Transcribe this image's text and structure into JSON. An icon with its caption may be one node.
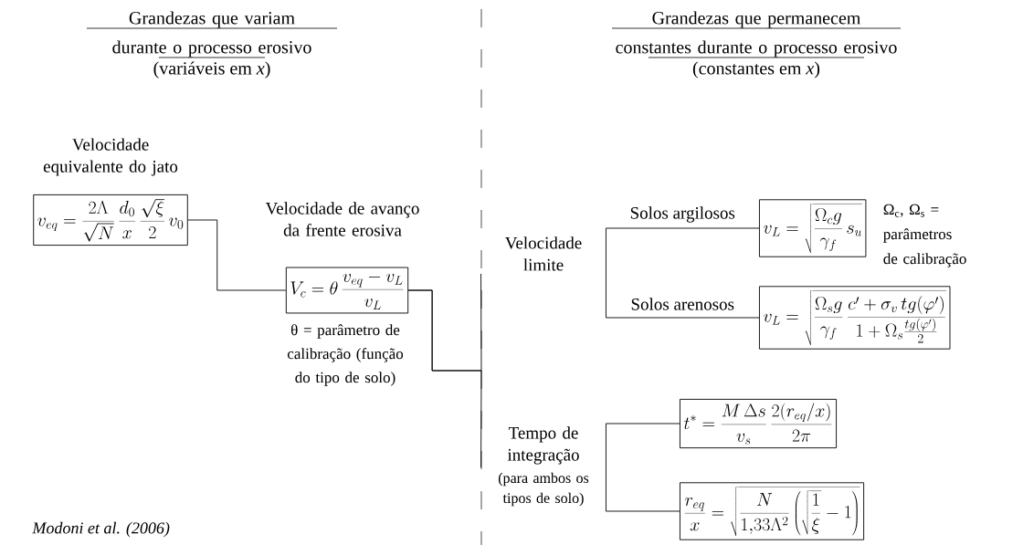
{
  "diagram": {
    "nodes": [
      {
        "text": [
          "Velocidade equivalente do jato",
          "v_{eq} = \\frac{2\\Lambda}{\\sqrt{N}}\\,\\frac{d_0}{x}\\,\\frac{\\sqrt{\\xi}}{2}\\,v_0"
        ]
      },
      {
        "text": [
          "Velocidade de avanço da frente erosiva",
          "V_c = \\theta\\,\\frac{v_{eq} - v_L}{v_L}"
        ],
        "beside": [
          "θ = parâmetro de calibração (função do tipo de solo)"
        ]
      },
      {
        "text": [
          "Velocidade limite"
        ]
      },
      {
        "text": [
          "v_L = \\sqrt{\\frac{\\Omega_c g}{\\gamma_f}\\, s_u}"
        ],
        "beside": [
          "Ω$_{c}$, Ω$_{s}$ = parâmetros de calibração"
        ]
      },
      {
        "text": [
          "v_L = \\sqrt{\\frac{\\Omega_s g}{\\gamma_f}\\,\\frac{c'+\\sigma_v\\, tg(\\varphi')}{1+\\Omega_s\\frac{tg(\\varphi')}{2}}}"
        ]
      },
      {
        "text": [
          "Tempo de integração",
          "(para ambos os tipos de solo)"
        ]
      },
      {
        "text": [
          "t^{*} = \\frac{M\\,\\Delta s}{v_s}\\,\\frac{2(r_{eq}/x)}{2\\pi}"
        ]
      },
      {
        "text": [
          "\\frac{r_{eq}}{x} = \\sqrt{\\frac{N}{1{,}33\\Lambda^2}\\left(\\sqrt{\\frac{1}{\\xi}}-1\\right)}"
        ]
      }
    ],
    "edges": [
      {
        "from": 0,
        "to": 1,
        "arrow": "none"
      },
      {
        "from": 1,
        "to": 2,
        "arrow": "none"
      },
      {
        "from": 1,
        "to": 5,
        "arrow": "none"
      },
      {
        "from": 2,
        "to": 3,
        "arrow": "none",
        "label": "Solos argilosos"
      },
      {
        "from": 2,
        "to": 4,
        "arrow": "none",
        "label": "Solos arenosos"
      },
      {
        "from": 5,
        "to": 6,
        "arrow": "none"
      },
      {
        "from": 5,
        "to": 7,
        "arrow": "none"
      }
    ],
    "labels": [
      "Grandezas que variam durante o processo erosivo",
      "(variáveis em *x*)",
      "Grandezas que permanecem constantes durante o processo erosivo",
      "(constantes em *x*)",
      "*Modoni et al. (2006)*"
    ]
  }
}
